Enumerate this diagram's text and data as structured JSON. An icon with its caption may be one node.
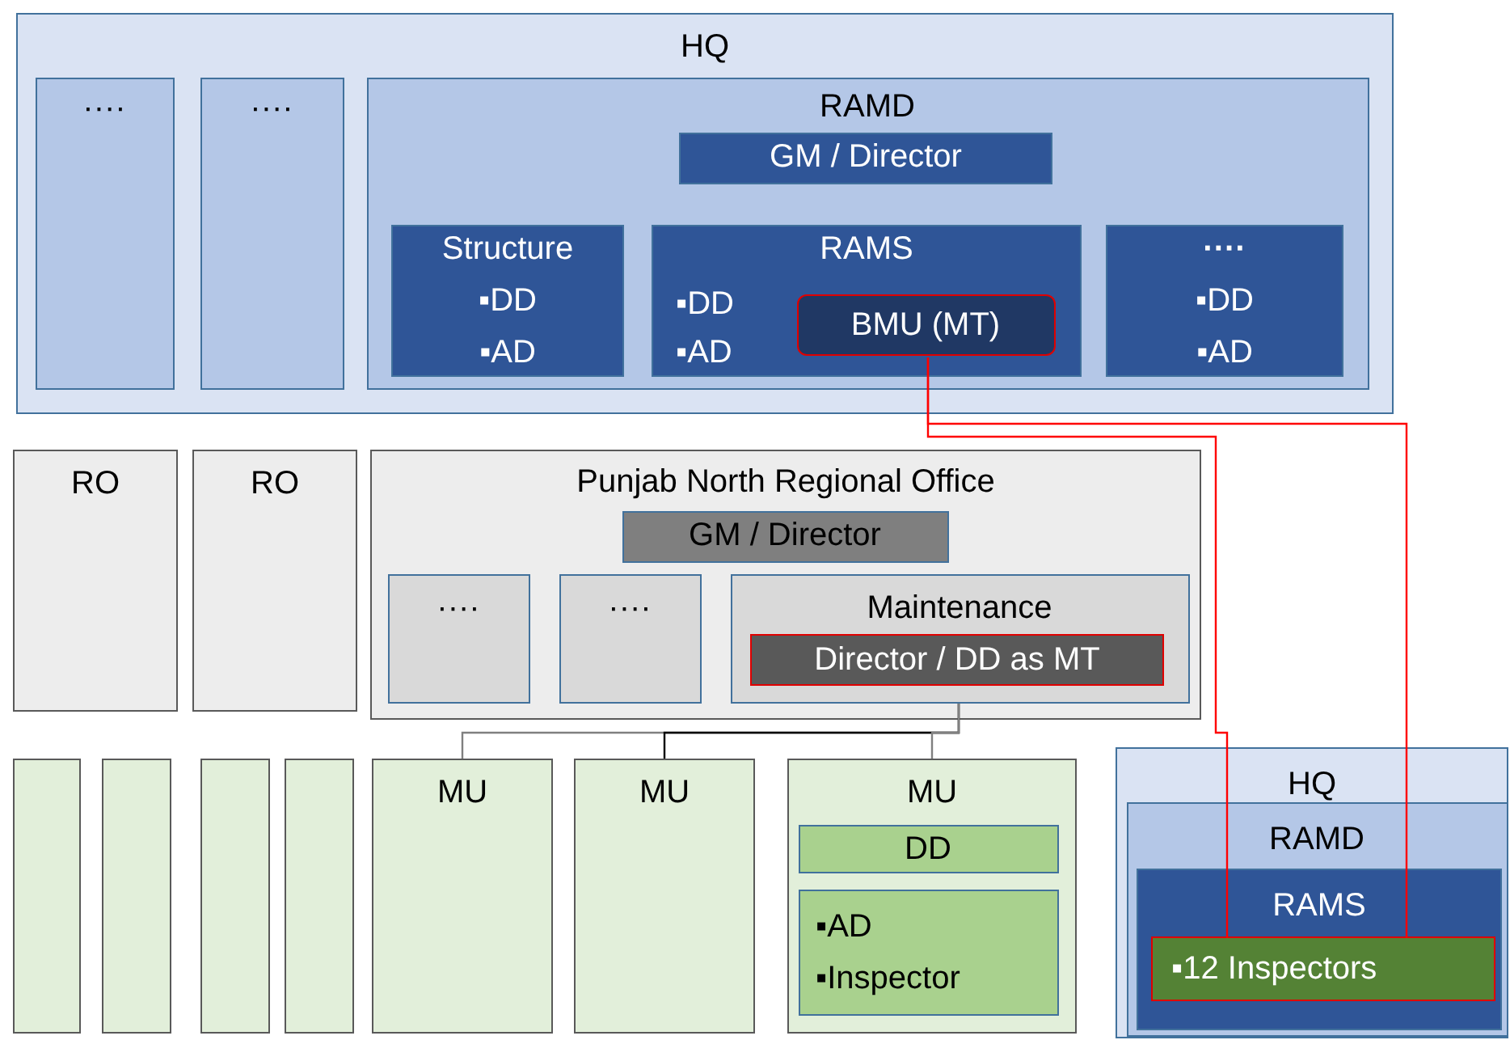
{
  "diagram": {
    "nodes": [
      {
        "text": [
          "HQ"
        ]
      },
      {
        "text": [
          "····"
        ],
        "in": 0
      },
      {
        "text": [
          "····"
        ],
        "in": 0
      },
      {
        "text": [
          "RAMD"
        ],
        "in": 0
      },
      {
        "text": [
          "GM / Director"
        ],
        "in": 3
      },
      {
        "text": [
          "Structure",
          "▪DD",
          "▪AD"
        ],
        "in": 3
      },
      {
        "text": [
          "RAMS",
          "▪DD",
          "▪AD"
        ],
        "in": 3
      },
      {
        "text": [
          "BMU (MT)"
        ],
        "in": 6
      },
      {
        "text": [
          "····",
          "▪DD",
          "▪AD"
        ],
        "in": 3
      },
      {
        "text": [
          "RO"
        ]
      },
      {
        "text": [
          "RO"
        ]
      },
      {
        "text": [
          "Punjab North Regional Office"
        ]
      },
      {
        "text": [
          "GM / Director"
        ],
        "in": 11
      },
      {
        "text": [
          "····"
        ],
        "in": 11
      },
      {
        "text": [
          "····"
        ],
        "in": 11
      },
      {
        "text": [
          "Maintenance"
        ],
        "in": 11
      },
      {
        "text": [
          "Director / DD as MT"
        ],
        "in": 15
      },
      {
        "text": [],
        "shape": "box"
      },
      {
        "text": [],
        "shape": "box"
      },
      {
        "text": [],
        "shape": "box"
      },
      {
        "text": [],
        "shape": "box"
      },
      {
        "text": [
          "MU"
        ]
      },
      {
        "text": [
          "MU"
        ]
      },
      {
        "text": [
          "MU"
        ]
      },
      {
        "text": [
          "DD"
        ],
        "in": 23
      },
      {
        "text": [
          "▪AD",
          "▪Inspector"
        ],
        "in": 23
      },
      {
        "text": [
          "HQ"
        ]
      },
      {
        "text": [
          "RAMD"
        ],
        "in": 26
      },
      {
        "text": [
          "RAMS"
        ],
        "in": 27
      },
      {
        "text": [
          "▪12 Inspectors"
        ],
        "in": 28
      }
    ],
    "edges": [
      {
        "from": 7,
        "to": 29,
        "arrow": "none",
        "color": "#ff0000"
      },
      {
        "from": 7,
        "to": 29,
        "arrow": "none",
        "color": "#ff0000"
      },
      {
        "from": 15,
        "to": 21,
        "arrow": "none",
        "color": "#808080"
      },
      {
        "from": 15,
        "to": 22,
        "arrow": "none",
        "color": "#000000"
      },
      {
        "from": 15,
        "to": 23,
        "arrow": "none",
        "color": "#808080"
      }
    ]
  }
}
